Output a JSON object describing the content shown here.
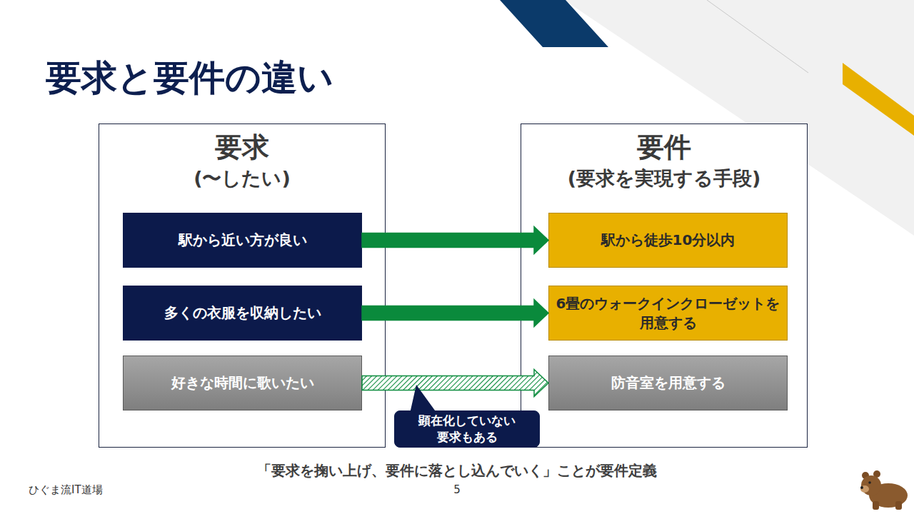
{
  "diagram": {
    "title": "要求と要件の違い",
    "caption": "「要求を掬い上げ、要件に落とし込んでいく」ことが要件定義",
    "nodes": [
      {
        "text": [
          "要求",
          "(〜したい)"
        ]
      },
      {
        "text": [
          "駅から近い方が良い"
        ],
        "in": 0
      },
      {
        "text": [
          "多くの衣服を収納したい"
        ],
        "in": 0
      },
      {
        "text": [
          "好きな時間に歌いたい"
        ],
        "in": 0
      },
      {
        "text": [
          "要件",
          "(要求を実現する手段)"
        ]
      },
      {
        "text": [
          "駅から徒歩10分以内"
        ],
        "in": 4
      },
      {
        "text": [
          "6畳のウォークインクローゼットを 用意する"
        ],
        "in": 4
      },
      {
        "text": [
          "防音室を用意する"
        ],
        "in": 4
      },
      {
        "text": [
          "顕在化していない 要求もある"
        ]
      }
    ],
    "edges": [
      {
        "from": 1,
        "to": 5,
        "arrow": "to"
      },
      {
        "from": 2,
        "to": 6,
        "arrow": "to"
      },
      {
        "from": 3,
        "to": 7,
        "arrow": "to"
      }
    ],
    "labels": [
      "ひぐま流IT道場",
      "5"
    ]
  }
}
